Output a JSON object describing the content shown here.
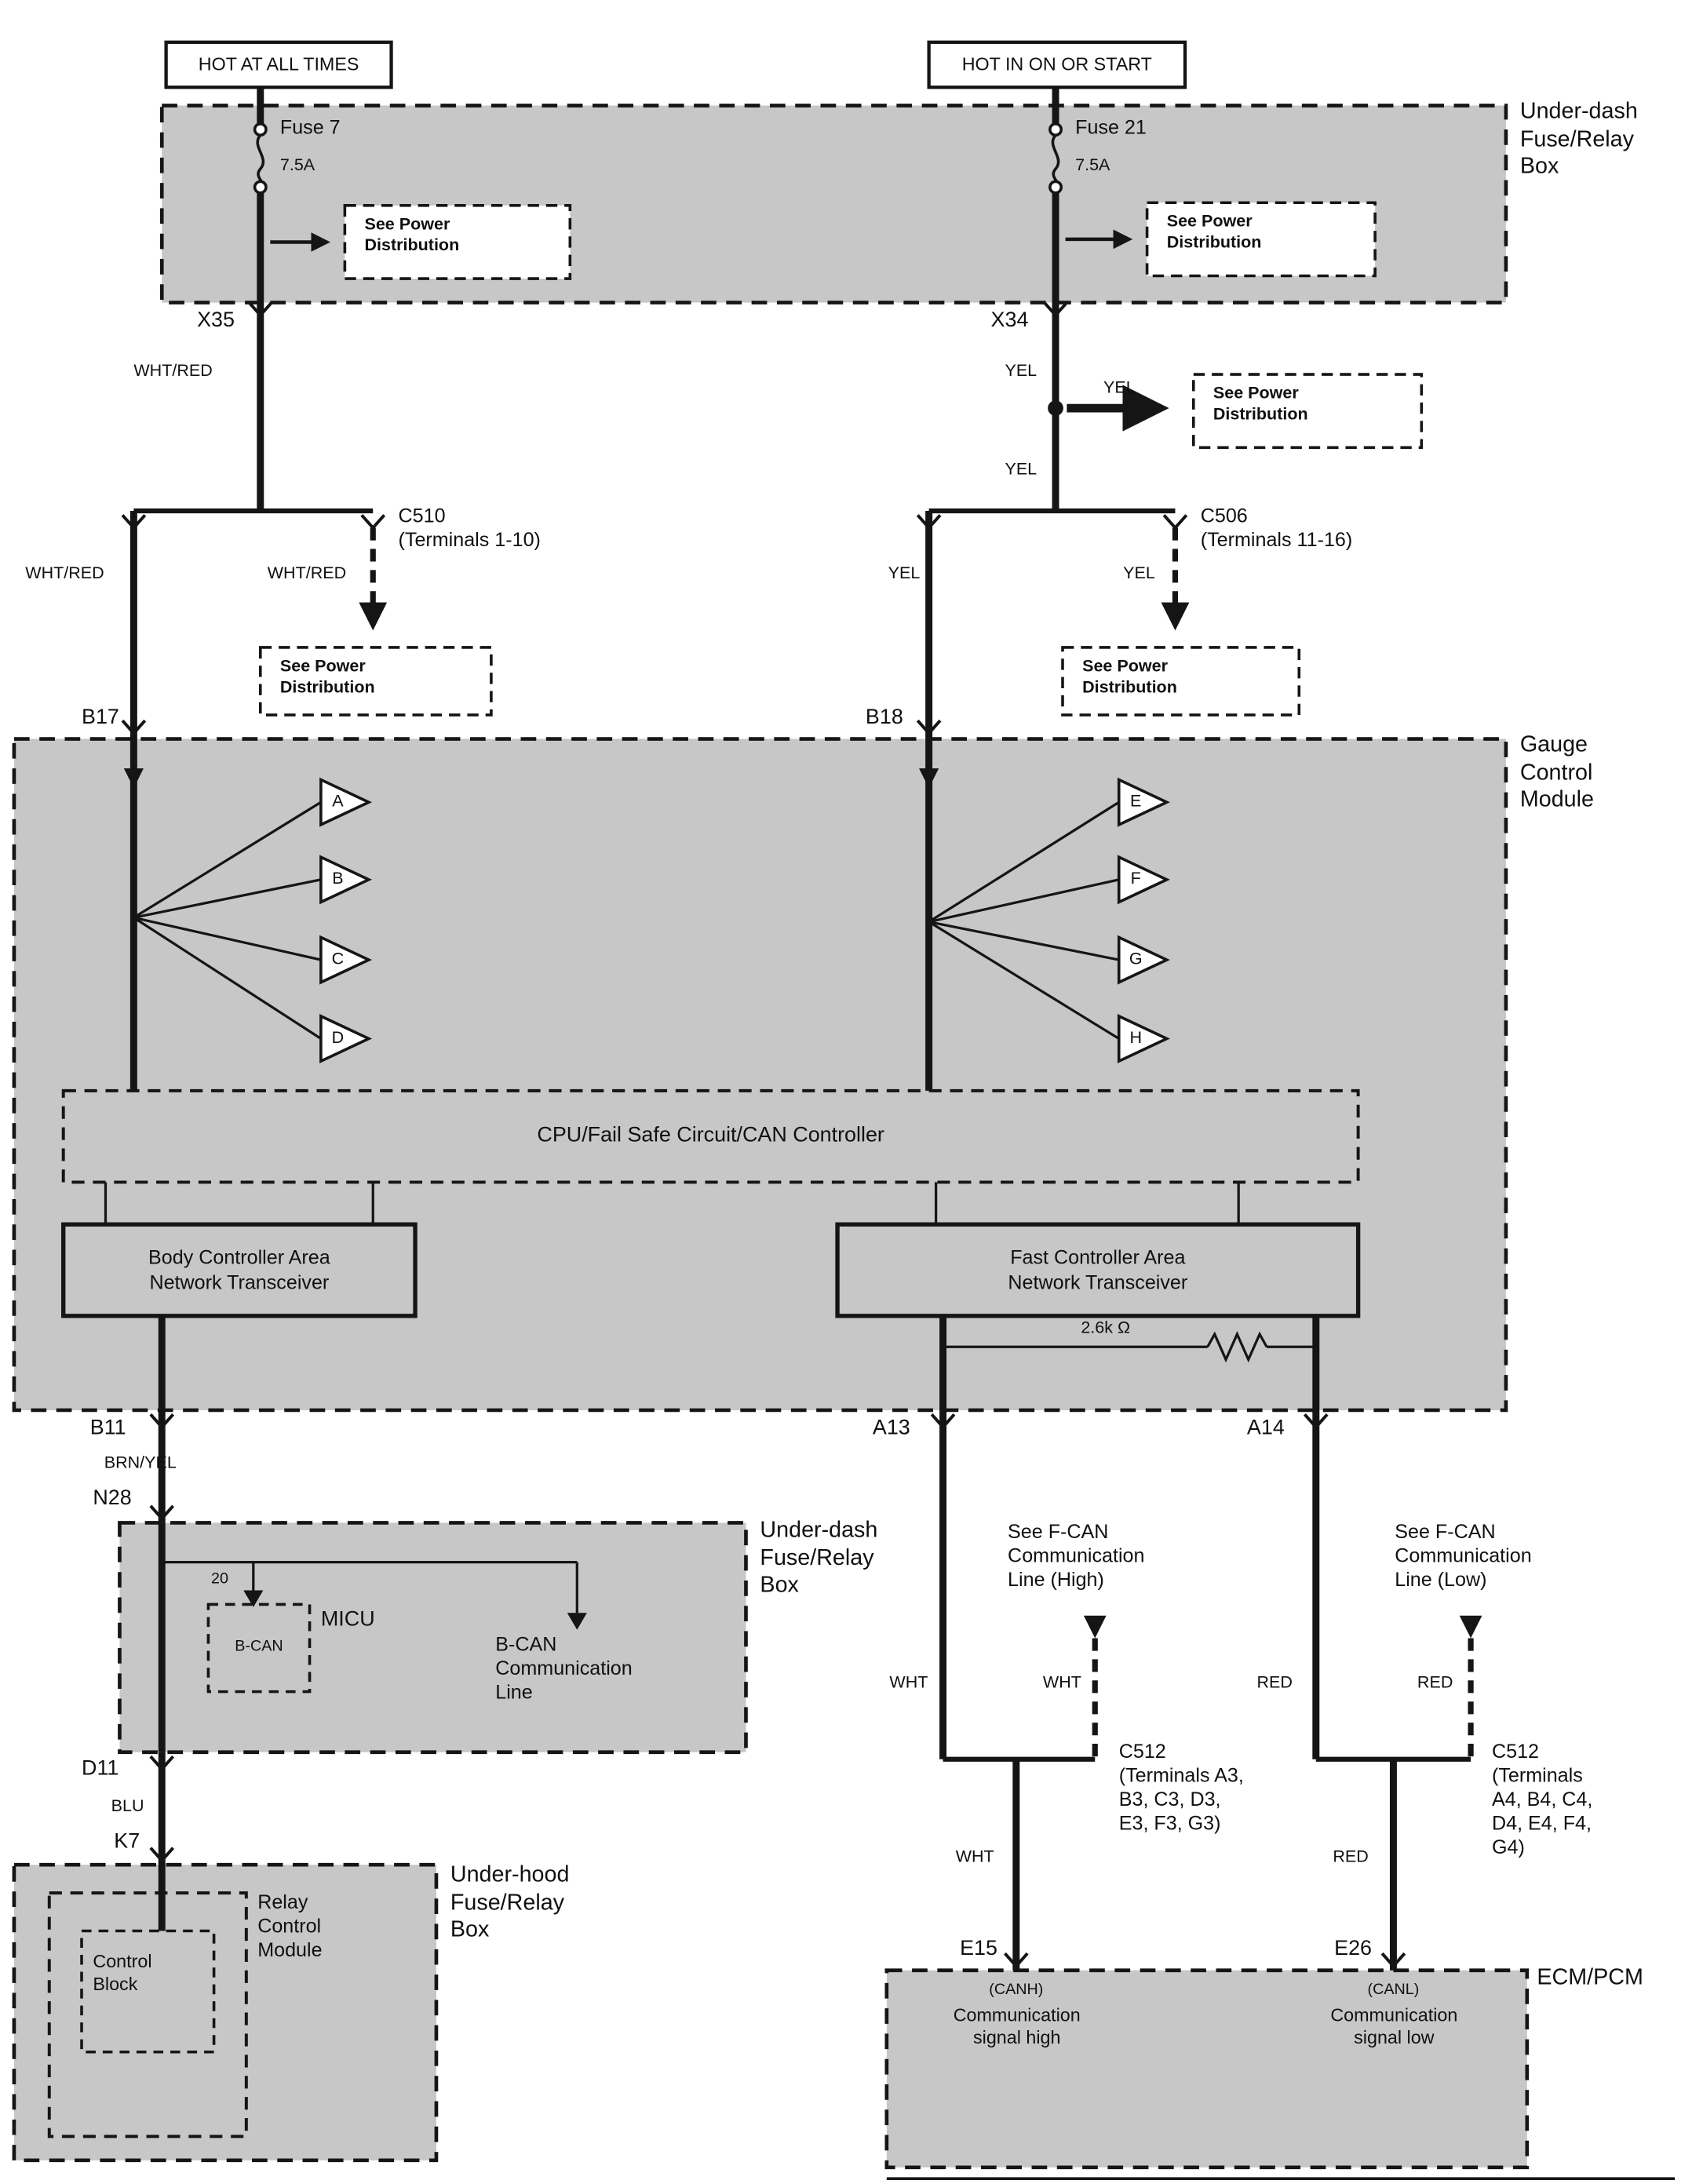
{
  "header": {
    "hot_left": "HOT AT ALL TIMES",
    "hot_right": "HOT IN ON OR START"
  },
  "boxes": {
    "underdash_top": "Under-dash\nFuse/Relay\nBox",
    "gauge": "Gauge\nControl\nModule",
    "underdash_mid": "Under-dash\nFuse/Relay\nBox",
    "underhood": "Under-hood\nFuse/Relay\nBox",
    "ecm": "ECM/PCM"
  },
  "fuses": {
    "fuse7": "Fuse 7",
    "fuse7_rating": "7.5A",
    "fuse21": "Fuse 21",
    "fuse21_rating": "7.5A"
  },
  "see_power": "See Power\nDistribution",
  "terminals": {
    "x35": "X35",
    "x34": "X34",
    "b17": "B17",
    "b18": "B18",
    "b11": "B11",
    "a13": "A13",
    "a14": "A14",
    "n28": "N28",
    "d11": "D11",
    "k7": "K7",
    "e15": "E15",
    "e26": "E26"
  },
  "connectors": {
    "c510": "C510\n(Terminals 1-10)",
    "c506": "C506\n(Terminals 11-16)",
    "c512_left": "C512\n(Terminals A3,\nB3, C3, D3,\nE3, F3, G3)",
    "c512_right": "C512\n(Terminals\nA4, B4, C4,\nD4, E4, F4,\nG4)"
  },
  "wire_colors": {
    "wht_red": "WHT/RED",
    "yel": "YEL",
    "brn_yel": "BRN/YEL",
    "blu": "BLU",
    "wht": "WHT",
    "red": "RED"
  },
  "gauge": {
    "amps": [
      "A",
      "B",
      "C",
      "D",
      "E",
      "F",
      "G",
      "H"
    ],
    "cpu": "CPU/Fail Safe Circuit/CAN Controller",
    "body_can": "Body Controller Area\nNetwork Transceiver",
    "fast_can": "Fast Controller Area\nNetwork Transceiver",
    "resistor": "2.6k Ω"
  },
  "micu": {
    "num": "20",
    "bcan": "B-CAN",
    "name": "MICU",
    "line": "B-CAN\nCommunication\nLine"
  },
  "relay": {
    "module": "Relay\nControl\nModule",
    "block": "Control\nBlock"
  },
  "fcan": {
    "high": "See F-CAN\nCommunication\nLine (High)",
    "low": "See F-CAN\nCommunication\nLine (Low)"
  },
  "ecm": {
    "canh": "(CANH)",
    "canl": "(CANL)",
    "high": "Communication\nsignal high",
    "low": "Communication\nsignal low"
  }
}
